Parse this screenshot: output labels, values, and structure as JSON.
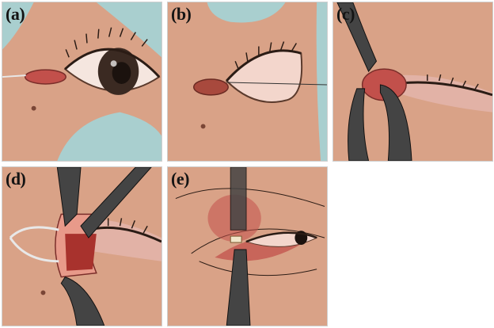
{
  "figure": {
    "panels": [
      {
        "id": "a",
        "label": "(a)"
      },
      {
        "id": "b",
        "label": "(b)"
      },
      {
        "id": "c",
        "label": "(c)"
      },
      {
        "id": "d",
        "label": "(d)"
      },
      {
        "id": "e",
        "label": "(e)"
      }
    ]
  },
  "colors": {
    "skin": "#d9a287",
    "skin_shadow": "#c98a70",
    "glove": "#a9cfcf",
    "instrument": "#444444",
    "tissue": "#c2504b",
    "sclera": "#f5e6df",
    "iris": "#3b2a22"
  }
}
